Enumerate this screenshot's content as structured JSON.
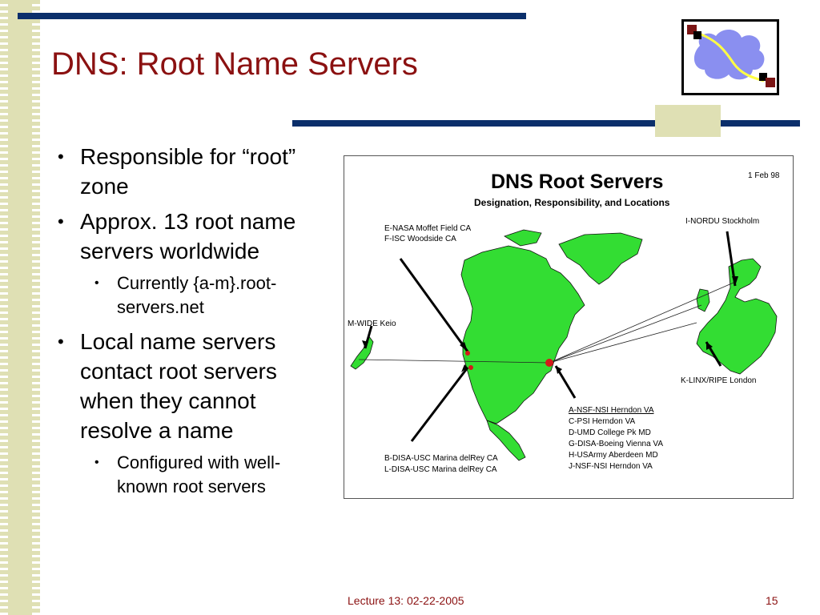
{
  "slide": {
    "title": "DNS: Root Name Servers",
    "bullets": [
      {
        "level": 1,
        "text": "Responsible for “root” zone"
      },
      {
        "level": 1,
        "text": "Approx. 13 root name servers worldwide"
      },
      {
        "level": 2,
        "text": "Currently {a-m}.root-servers.net"
      },
      {
        "level": 1,
        "text": "Local name servers contact root servers when they cannot resolve a name"
      },
      {
        "level": 2,
        "text": "Configured with well-known root servers"
      }
    ],
    "footer_center": "Lecture 13: 02-22-2005",
    "page_number": "15"
  },
  "map": {
    "title": "DNS Root Servers",
    "subtitle": "Designation, Responsibility, and Locations",
    "date": "1 Feb 98",
    "labels": {
      "west_coast": [
        "E-NASA Moffet Field CA",
        "F-ISC Woodside CA"
      ],
      "stockholm": "I-NORDU Stockholm",
      "japan": "M-WIDE Keio",
      "london": "K-LINX/RIPE London",
      "southwest": [
        "B-DISA-USC Marina delRey CA",
        "L-DISA-USC Marina delRey CA"
      ],
      "east_coast": [
        "A-NSF-NSI Herndon VA",
        "C-PSI Herndon VA",
        "D-UMD College Pk MD",
        "G-DISA-Boeing Vienna VA",
        "H-USArmy Aberdeen MD",
        "J-NSF-NSI Herndon VA"
      ]
    }
  },
  "colors": {
    "title": "#8b1111",
    "bar": "#0b2f6b",
    "tan": "#dfe0b4",
    "land": "#33dd33"
  }
}
